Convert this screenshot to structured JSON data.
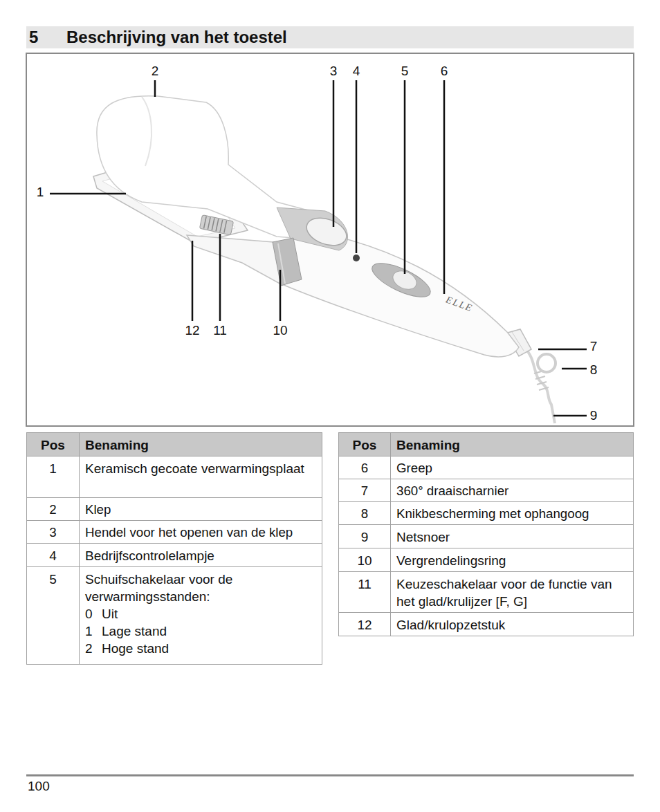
{
  "diagram": {
    "nodes": [
      {
        "text": [
          "5",
          "Beschrijving van het toestel"
        ]
      }
    ],
    "labels": [
      "2",
      "3",
      "4",
      "5",
      "6",
      "1",
      "12",
      "11",
      "10",
      "7",
      "8",
      "9",
      "ELLE",
      "Pos",
      "Benaming",
      "1",
      "Keramisch gecoate verwarmingsplaat",
      "2",
      "Klep",
      "3",
      "Hendel voor het openen van de klep",
      "4",
      "Bedrijfscontrolelampje",
      "5",
      "Schuifschakelaar voor de verwarmingsstanden:",
      "0",
      "Uit",
      "1",
      "Lage stand",
      "2",
      "Hoge stand",
      "Pos",
      "Benaming",
      "6",
      "Greep",
      "7",
      "360° draaischarnier",
      "8",
      "Knikbescherming met ophangoog",
      "9",
      "Netsnoer",
      "10",
      "Vergrendelingsring",
      "11",
      "Keuzeschakelaar voor de functie van het glad/krulijzer [F, G]",
      "12",
      "Glad/krulopzetstuk",
      "100"
    ]
  }
}
